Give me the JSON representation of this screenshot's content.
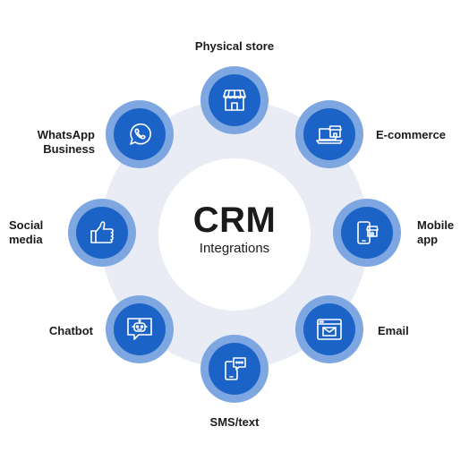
{
  "center": {
    "title": "CRM",
    "subtitle": "Integrations"
  },
  "colors": {
    "ring": "#e9ecf5",
    "node_outer": "#7ea7e2",
    "node_inner": "#1c63c7",
    "text": "#1b1b1b"
  },
  "channels": [
    {
      "label": "Physical store",
      "icon": "storefront-icon"
    },
    {
      "label": "E-commerce",
      "icon": "laptop-shop-icon"
    },
    {
      "label": "Mobile\napp",
      "icon": "mobile-shop-icon"
    },
    {
      "label": "Email",
      "icon": "envelope-window-icon"
    },
    {
      "label": "SMS/text",
      "icon": "phone-chat-icon"
    },
    {
      "label": "Chatbot",
      "icon": "robot-chat-icon"
    },
    {
      "label": "Social\nmedia",
      "icon": "thumbs-up-icon"
    },
    {
      "label": "WhatsApp\nBusiness",
      "icon": "whatsapp-icon"
    }
  ]
}
